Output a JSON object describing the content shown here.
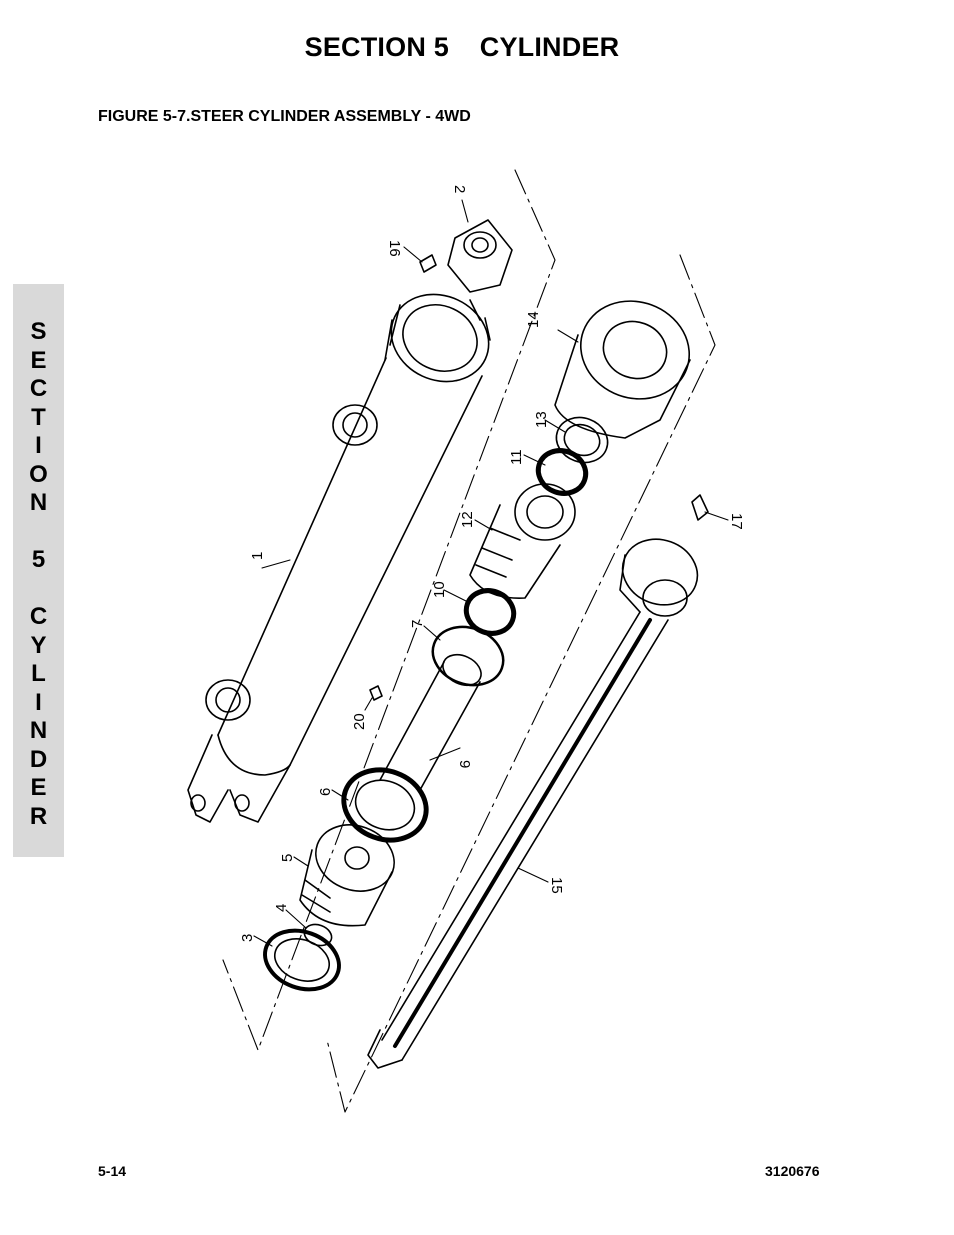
{
  "header": {
    "title": "SECTION 5    CYLINDER"
  },
  "figure": {
    "caption": "FIGURE 5-7.STEER CYLINDER ASSEMBLY - 4WD"
  },
  "side_tab": {
    "letters": [
      "S",
      "E",
      "C",
      "T",
      "I",
      "O",
      "N",
      "",
      "5",
      "",
      "C",
      "Y",
      "L",
      "I",
      "N",
      "D",
      "E",
      "R"
    ]
  },
  "callouts": [
    "1",
    "2",
    "3",
    "4",
    "5",
    "6",
    "7",
    "9",
    "10",
    "11",
    "12",
    "13",
    "14",
    "15",
    "16",
    "17",
    "20"
  ],
  "footer": {
    "page_number": "5-14",
    "doc_number": "3120676"
  }
}
